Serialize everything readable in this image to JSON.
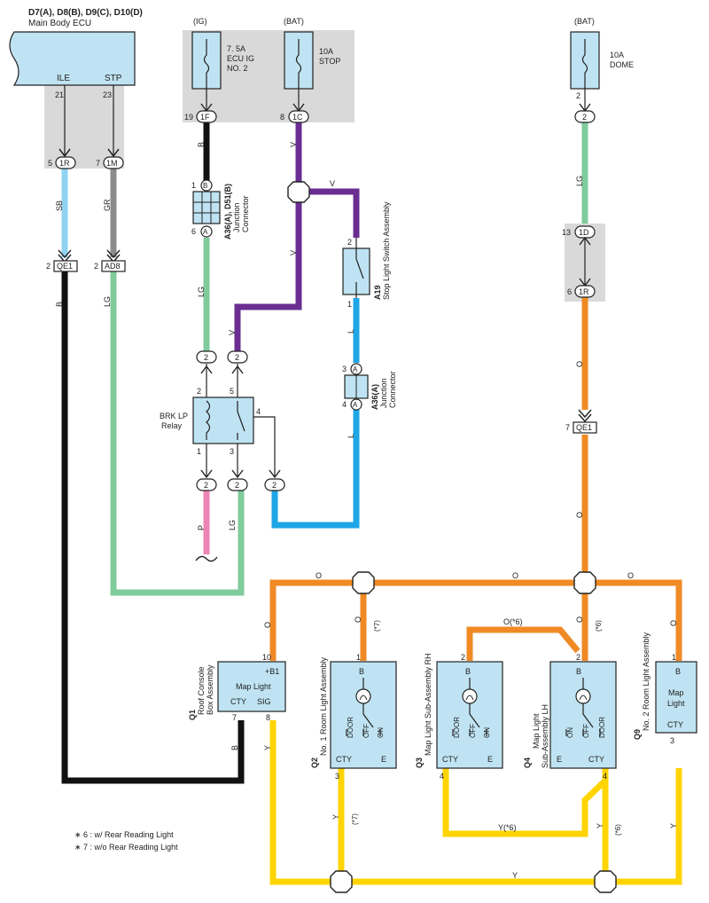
{
  "ecu": {
    "title": "D7(A), D8(B), D9(C), D10(D)",
    "subtitle": "Main Body ECU",
    "pin_ile_label": "ILE",
    "pin_stp_label": "STP",
    "pin_ile_num": "21",
    "pin_stp_num": "23"
  },
  "fuses": {
    "ig_header": "(IG)",
    "bat_header": "(BAT)",
    "bat2_header": "(BAT)",
    "ecu_ig_l1": "7. 5A",
    "ecu_ig_l2": "ECU IG",
    "ecu_ig_l3": "NO. 2",
    "stop_l1": "10A",
    "stop_l2": "STOP",
    "dome_l1": "10A",
    "dome_l2": "DOME",
    "dome_pin": "2"
  },
  "connectors": {
    "c1R_a": "1R",
    "c1R_a_pin": "5",
    "c1M": "1M",
    "c1M_pin": "7",
    "qe1_a": "QE1",
    "qe1_a_pin": "2",
    "ad8": "AD8",
    "ad8_pin": "2",
    "c1F": "1F",
    "c1F_pin": "19",
    "c1C": "1C",
    "c1C_pin": "8",
    "c2_top": "2",
    "c1D": "1D",
    "c1D_pin": "13",
    "c1R_b": "1R",
    "c1R_b_pin": "6",
    "qe1_b": "QE1",
    "qe1_b_pin": "7",
    "jc_b": "B",
    "jc_b_pin": "1",
    "jc_a": "A",
    "jc_a_pin": "6",
    "a36_top": "A",
    "a36_top_pin": "3",
    "a36_bot": "A",
    "a36_bot_pin": "4",
    "r2a": "2",
    "r2b": "2",
    "r2c": "2",
    "r2d": "2",
    "r2e": "2"
  },
  "junction_connector": {
    "id": "A36(A), D51(B)",
    "name_l1": "Junction",
    "name_l2": "Connector"
  },
  "junction_connector2": {
    "id": "A36(A)",
    "name_l1": "Junction",
    "name_l2": "Connector"
  },
  "stop_switch": {
    "id": "A19",
    "name": "Stop Light Switch Assembly",
    "pin_top": "2",
    "pin_bot": "1"
  },
  "relay": {
    "name_l1": "BRK LP",
    "name_l2": "Relay",
    "p2": "2",
    "p5": "5",
    "p1": "1",
    "p3": "3",
    "p4": "4"
  },
  "wires": {
    "sb": "SB",
    "gr": "GR",
    "b_left": "B",
    "lg_left": "LG",
    "b_mid": "B",
    "lg_mid": "LG",
    "v1": "V",
    "v2": "V",
    "v3": "V",
    "v4": "V",
    "l1": "L",
    "l2": "L",
    "p": "P",
    "lg_relay": "LG",
    "lg_right": "LG",
    "o1": "O",
    "o2": "O",
    "o_top1": "O",
    "o_top2": "O",
    "o_top3": "O",
    "o_q1": "O",
    "o_q2": "O",
    "o_q2_note": "(*7)",
    "o_q3": "O(*6)",
    "o_q4": "O",
    "o_q4_note": "(*6)",
    "o_q9": "O",
    "b_q1": "B",
    "y_q1": "Y",
    "y_q2": "Y",
    "y_q2_note": "(*7)",
    "y_q3": "Y(*6)",
    "y_q4": "Y",
    "y_q4_note": "(*6)",
    "y_q9": "Y",
    "y_bottom": "Y"
  },
  "q1": {
    "id": "Q1",
    "name_l1": "Roof Console",
    "name_l2": "Box Assembly",
    "title": "Map Light",
    "pin_b1": "+B1",
    "pin_cty": "CTY",
    "pin_sig": "SIG",
    "n10": "10",
    "n7": "7",
    "n8": "8"
  },
  "q2": {
    "id": "Q2",
    "name": "No. 1 Room Light Assembly",
    "b": "B",
    "cty": "CTY",
    "e": "E",
    "door": "DOOR",
    "off": "OFF",
    "on": "ON",
    "n1": "1",
    "n3": "3"
  },
  "q3": {
    "id": "Q3",
    "name": "Map Light Sub-Assembly RH",
    "b": "B",
    "cty": "CTY",
    "e": "E",
    "door": "DOOR",
    "off": "OFF",
    "on": "ON",
    "n2": "2",
    "n4": "4"
  },
  "q4": {
    "id": "Q4",
    "name_l1": "Map Light",
    "name_l2": "Sub-Assembly LH",
    "b": "B",
    "cty": "CTY",
    "e": "E",
    "door": "DOOR",
    "off": "OFF",
    "on": "ON",
    "n2": "2",
    "n4": "4"
  },
  "q9": {
    "id": "Q9",
    "name": "No. 2 Room Light Assembly",
    "b": "B",
    "title_l1": "Map",
    "title_l2": "Light",
    "cty": "CTY",
    "n1": "1",
    "n3": "3"
  },
  "notes": {
    "n6": "∗ 6 : w/ Rear Reading Light",
    "n7": "∗ 7 : w/o Rear Reading Light"
  },
  "colors": {
    "black": "#111111",
    "purple": "#6a2d91",
    "lightgreen": "#7fcb9b",
    "lightblue": "#8fd3f0",
    "gray": "#8c8c8c",
    "orange": "#f08a24",
    "yellow": "#ffd400",
    "pink": "#ec84b4",
    "blue": "#1ea6e6"
  }
}
